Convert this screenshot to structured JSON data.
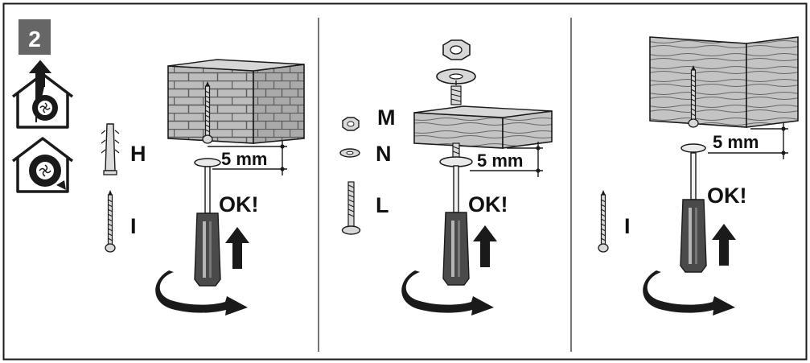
{
  "step": {
    "number": "2"
  },
  "panel1": {
    "ceiling": "brick",
    "parts": [
      {
        "label": "H"
      },
      {
        "label": "I"
      }
    ],
    "gap": "5 mm",
    "ok": "OK!"
  },
  "panel2": {
    "ceiling": "wood-plank",
    "parts": [
      {
        "label": "M"
      },
      {
        "label": "N"
      },
      {
        "label": "L"
      }
    ],
    "gap": "5 mm",
    "ok": "OK!"
  },
  "panel3": {
    "ceiling": "wood-beam",
    "parts": [
      {
        "label": "I"
      }
    ],
    "gap": "5 mm",
    "ok": "OK!"
  },
  "icons": {
    "mode1": "house-extraction-mode-icon",
    "mode2": "house-recirculation-mode-icon"
  },
  "colors": {
    "badge": "#666666",
    "line": "#1a1a1a",
    "brick": "#bdbdbd",
    "wood": "#c4c4c4",
    "handle": "#444444"
  }
}
